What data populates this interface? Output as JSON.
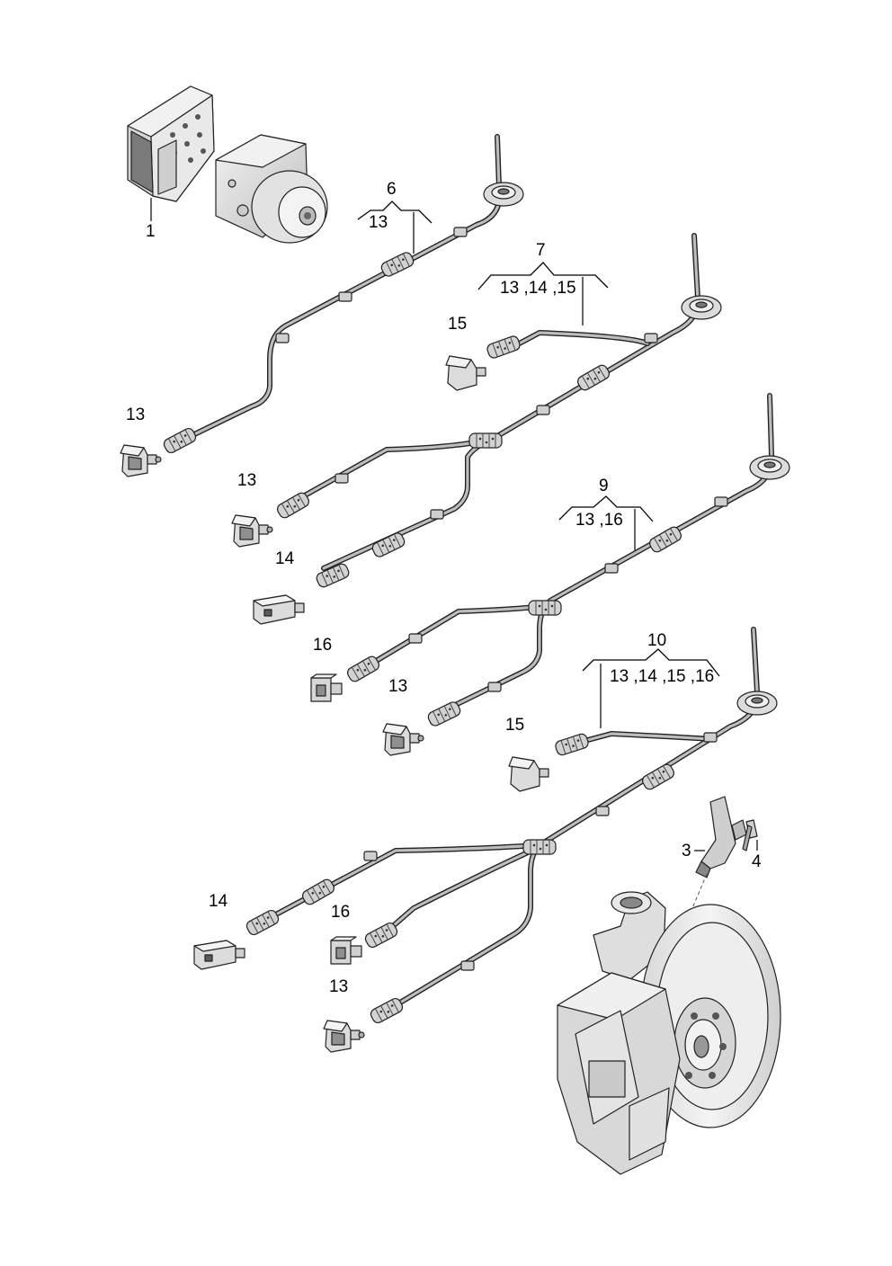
{
  "callouts": {
    "c1": "1",
    "c3": "3",
    "c4": "4",
    "c6": "6",
    "c6_refs": "13",
    "c7": "7",
    "c7_refs": "13 ,14 ,15",
    "c9": "9",
    "c9_refs": "13 ,16",
    "c10": "10",
    "c10_refs": "13 ,14 ,15 ,16",
    "p13": "13",
    "p14": "14",
    "p15": "15",
    "p16": "16"
  },
  "colors": {
    "wire": "#222222",
    "wire_highlight": "#bdbdbd",
    "part_fill": "#e6e6e6",
    "part_dark": "#9a9a9a",
    "background": "#ffffff"
  }
}
